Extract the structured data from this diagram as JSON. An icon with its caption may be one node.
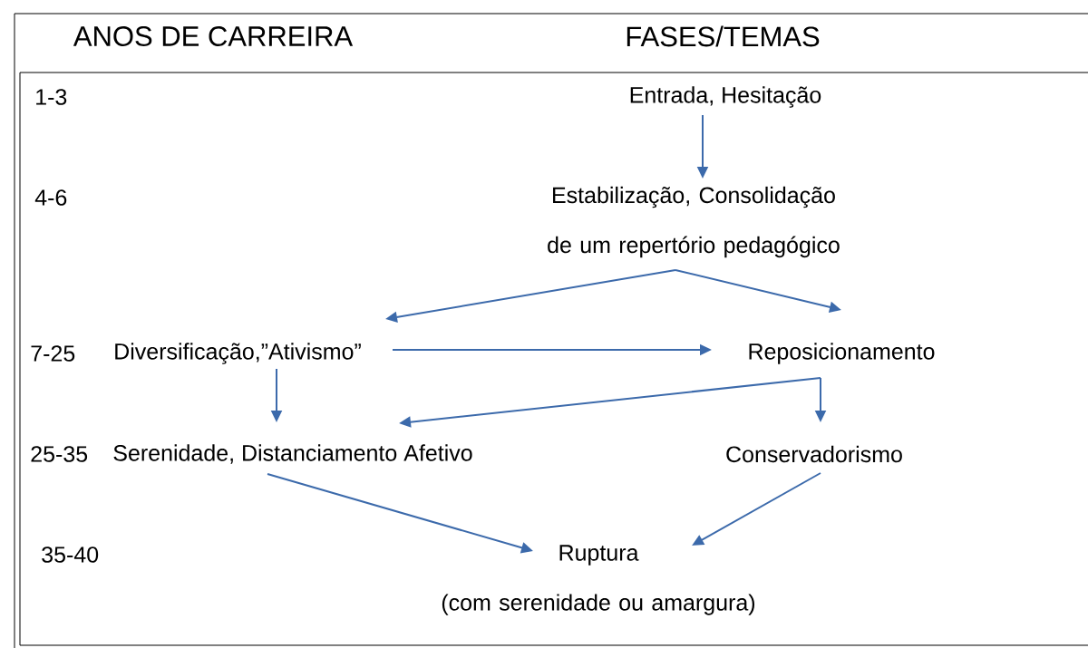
{
  "diagram": {
    "nodes": [
      {
        "text": [
          "Entrada, Hesitação"
        ]
      },
      {
        "text": [
          "Estabilização, Consolidação de um repertório pedagógico"
        ]
      },
      {
        "text": [
          "Diversificação,”Ativismo”"
        ]
      },
      {
        "text": [
          "Reposicionamento"
        ]
      },
      {
        "text": [
          "Serenidade, Distanciamento Afetivo"
        ]
      },
      {
        "text": [
          "Conservadorismo"
        ]
      },
      {
        "text": [
          "Ruptura",
          "(com serenidade ou amargura)"
        ]
      }
    ],
    "edges": [
      {
        "from": 0,
        "to": 1,
        "arrow": "to"
      },
      {
        "from": 1,
        "to": 2,
        "arrow": "to"
      },
      {
        "from": 1,
        "to": 3,
        "arrow": "to"
      },
      {
        "from": 2,
        "to": 3,
        "arrow": "to"
      },
      {
        "from": 2,
        "to": 4,
        "arrow": "to"
      },
      {
        "from": 3,
        "to": 4,
        "arrow": "to"
      },
      {
        "from": 3,
        "to": 5,
        "arrow": "to"
      },
      {
        "from": 4,
        "to": 6,
        "arrow": "to"
      },
      {
        "from": 5,
        "to": 6,
        "arrow": "to"
      }
    ],
    "labels": [
      "ANOS DE CARREIRA",
      "FASES/TEMAS",
      "1-3",
      "4-6",
      "7-25",
      "25-35",
      "35-40"
    ]
  }
}
